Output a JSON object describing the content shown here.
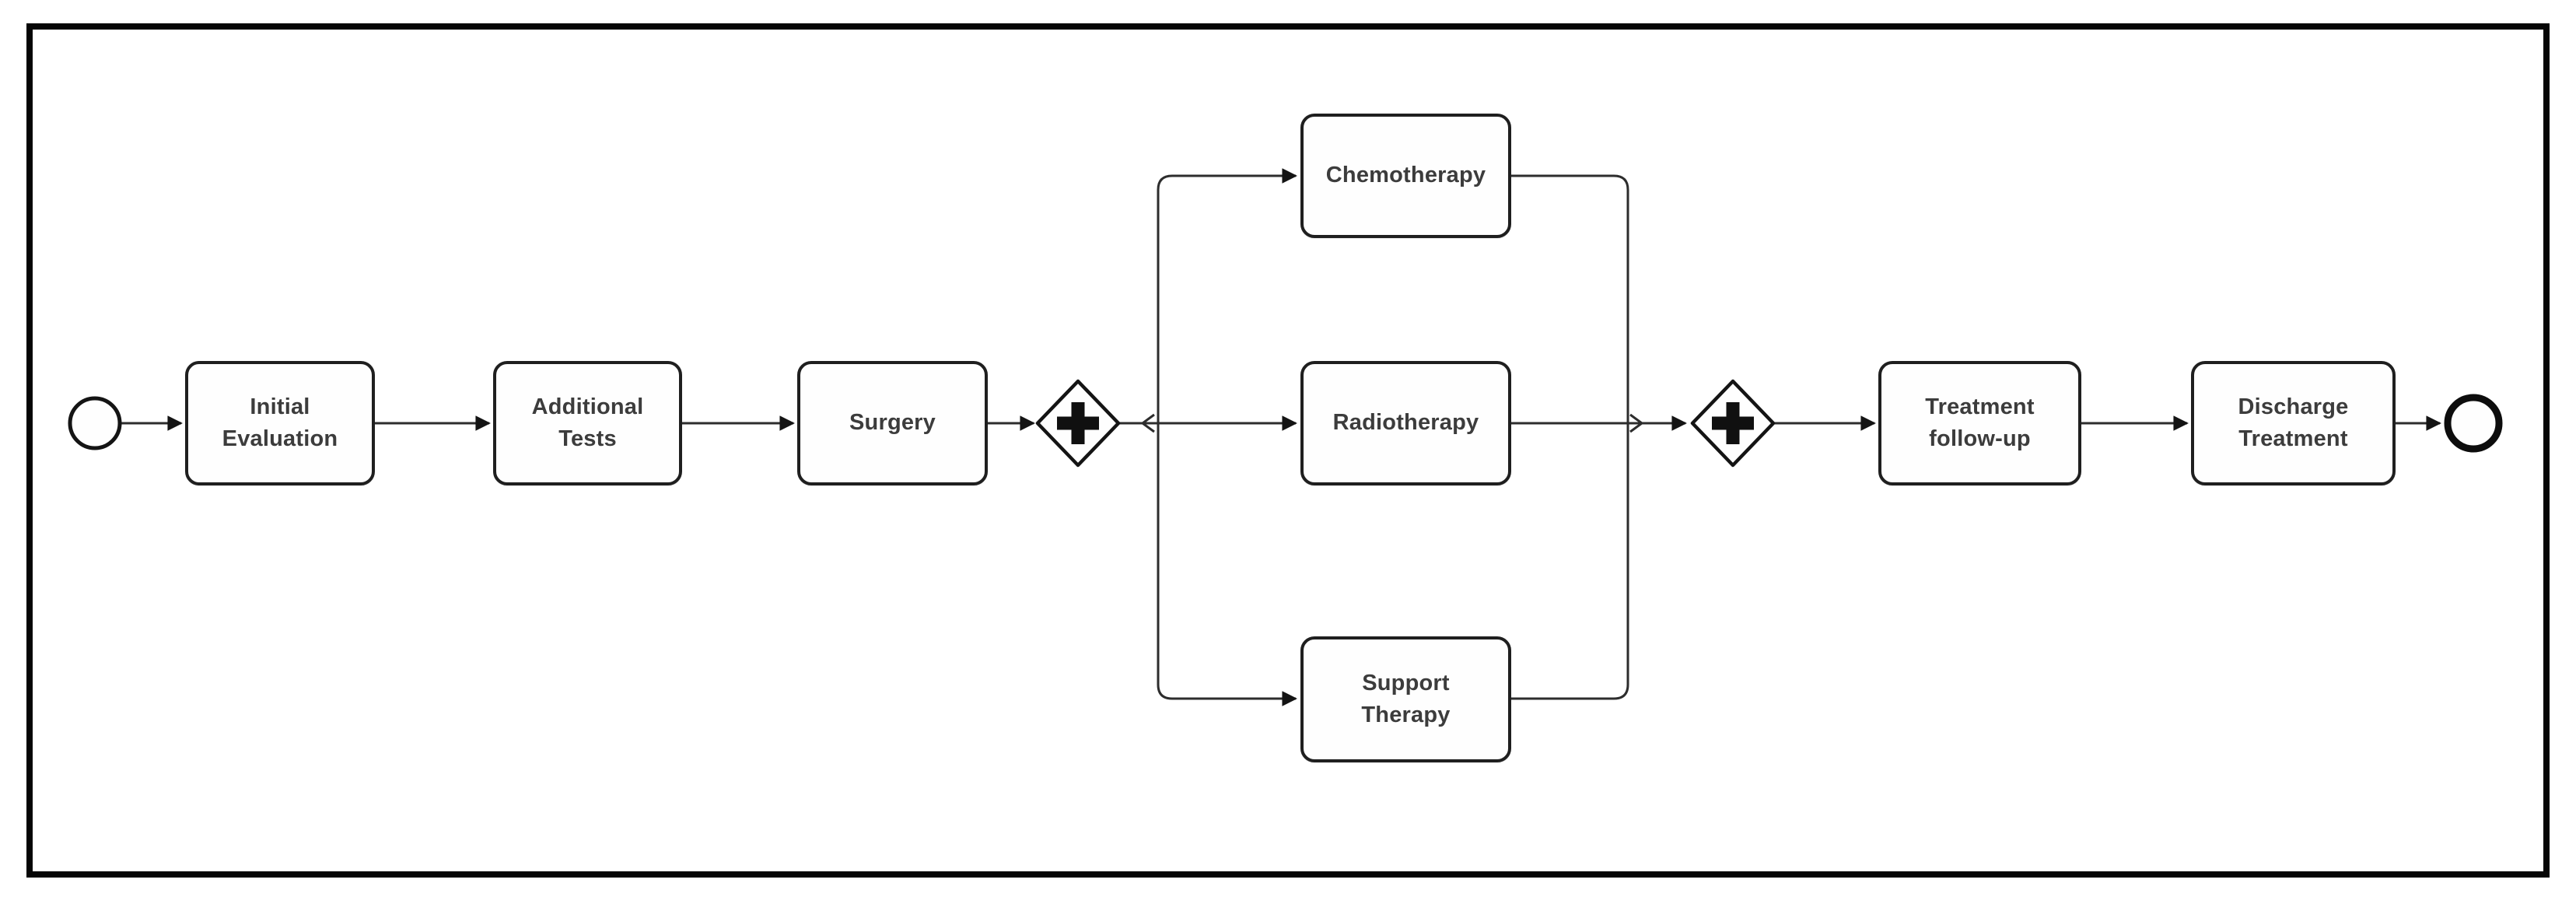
{
  "diagram": {
    "kind": "BPMN process flow diagram",
    "background_color": "#ffffff",
    "frame_color": "#060606",
    "flow_line_color": "#2d2d2d",
    "shape_stroke_color": "#141414",
    "shape_fill_color": "#fefefe",
    "label_color": "#3c3c3c"
  },
  "events": {
    "start": {
      "name": "start-event",
      "shape": "circle-thin-stroke"
    },
    "end": {
      "name": "end-event",
      "shape": "circle-thick-stroke"
    }
  },
  "gateways": [
    {
      "id": "parallel-gateway-split",
      "type": "parallel",
      "symbol": "+"
    },
    {
      "id": "parallel-gateway-join",
      "type": "parallel",
      "symbol": "+"
    }
  ],
  "tasks": [
    {
      "id": "initial-evaluation",
      "label": "Initial\nEvaluation"
    },
    {
      "id": "additional-tests",
      "label": "Additional\nTests"
    },
    {
      "id": "surgery",
      "label": "Surgery"
    },
    {
      "id": "chemotherapy",
      "label": "Chemotherapy"
    },
    {
      "id": "radiotherapy",
      "label": "Radiotherapy"
    },
    {
      "id": "support-therapy",
      "label": "Support\nTherapy"
    },
    {
      "id": "treatment-follow-up",
      "label": "Treatment\nfollow-up"
    },
    {
      "id": "discharge-treatment",
      "label": "Discharge\nTreatment"
    }
  ],
  "edges": [
    {
      "from": "start-event",
      "to": "initial-evaluation"
    },
    {
      "from": "initial-evaluation",
      "to": "additional-tests"
    },
    {
      "from": "additional-tests",
      "to": "surgery"
    },
    {
      "from": "surgery",
      "to": "parallel-gateway-split"
    },
    {
      "from": "parallel-gateway-split",
      "to": "chemotherapy"
    },
    {
      "from": "parallel-gateway-split",
      "to": "radiotherapy"
    },
    {
      "from": "parallel-gateway-split",
      "to": "support-therapy"
    },
    {
      "from": "chemotherapy",
      "to": "parallel-gateway-join"
    },
    {
      "from": "radiotherapy",
      "to": "parallel-gateway-join"
    },
    {
      "from": "support-therapy",
      "to": "parallel-gateway-join"
    },
    {
      "from": "parallel-gateway-join",
      "to": "treatment-follow-up"
    },
    {
      "from": "treatment-follow-up",
      "to": "discharge-treatment"
    },
    {
      "from": "discharge-treatment",
      "to": "end-event"
    }
  ]
}
